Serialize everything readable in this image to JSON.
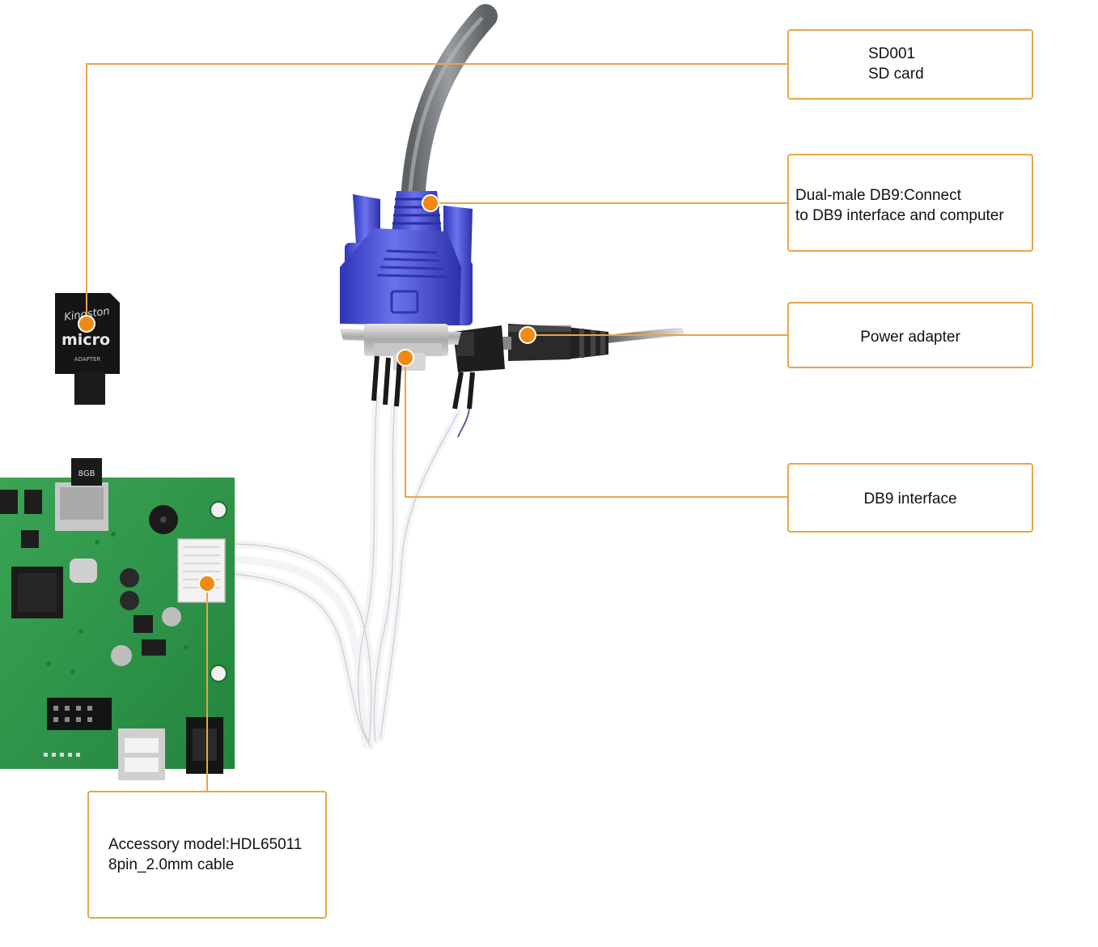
{
  "callouts": {
    "sd_card": {
      "line1": "SD001",
      "line2": "SD card"
    },
    "db9_cable": {
      "line1": "Dual-male DB9:Connect",
      "line2": "to DB9 interface and computer"
    },
    "power_adapter": {
      "line1": "Power adapter"
    },
    "db9_interface": {
      "line1": "DB9 interface"
    },
    "accessory": {
      "line1": "Accessory model:HDL65011",
      "line2": "8pin_2.0mm cable"
    }
  },
  "sd_card_print": {
    "brand": "Kingston",
    "logo": "micro",
    "label": "ADAPTER",
    "capacity": "8GB"
  },
  "colors": {
    "leader_line": "#e6a64a",
    "marker_dot": "#f08a12",
    "pcb_green": "#2f9a4a",
    "vga_blue": "#4b53d8"
  }
}
